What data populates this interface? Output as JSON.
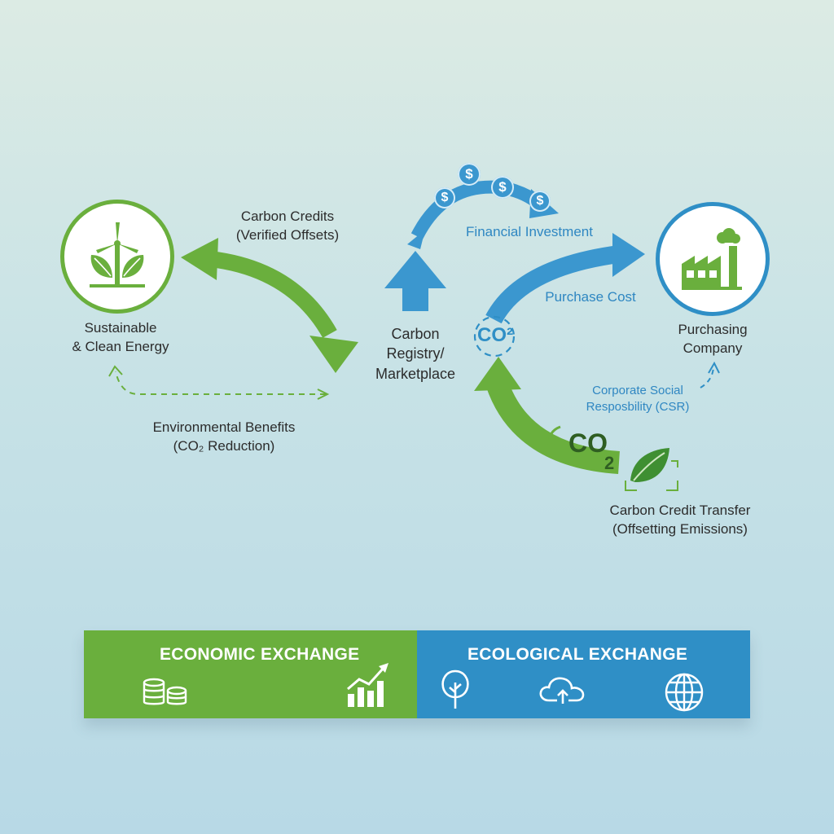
{
  "colors": {
    "green": "#6aaf3d",
    "blue": "#2f8fc6",
    "text": "#2c2c2c",
    "blue_text": "#2f87c2"
  },
  "nodes": {
    "energy": {
      "line1": "Sustainable",
      "line2": "& Clean Energy",
      "icon": "wind-turbine-leaves-icon"
    },
    "registry": {
      "line1": "Carbon",
      "line2": "Registry/",
      "line3": "Marketplace"
    },
    "company": {
      "line1": "Purchasing",
      "line2": "Company",
      "icon": "factory-icon"
    }
  },
  "flows": {
    "carbon_credits": {
      "line1": "Carbon Credits",
      "line2": "(Verified Offsets)"
    },
    "environmental_benefits": {
      "line1": "Environmental Benefits",
      "line2": "(CO₂ Reduction)"
    },
    "financial_investment": "Financial Investment",
    "purchase_cost": "Purchase Cost",
    "csr": {
      "line1": "Corporate Social",
      "line2": "Resposbility (CSR)"
    },
    "credit_transfer": {
      "line1": "Carbon Credit Transfer",
      "line2": "(Offsetting Emissions)"
    }
  },
  "symbols": {
    "dollar": "$",
    "co2_center": "CO²",
    "co2_green_main": "CO",
    "co2_green_sub": "2"
  },
  "band": {
    "economic_title": "ECONOMIC EXCHANGE",
    "ecological_title": "ECOLOGICAL EXCHANGE",
    "economic_icons": [
      "coins-icon",
      "growth-chart-icon"
    ],
    "ecological_icons": [
      "tree-icon",
      "cloud-upload-icon",
      "globe-icon"
    ]
  }
}
